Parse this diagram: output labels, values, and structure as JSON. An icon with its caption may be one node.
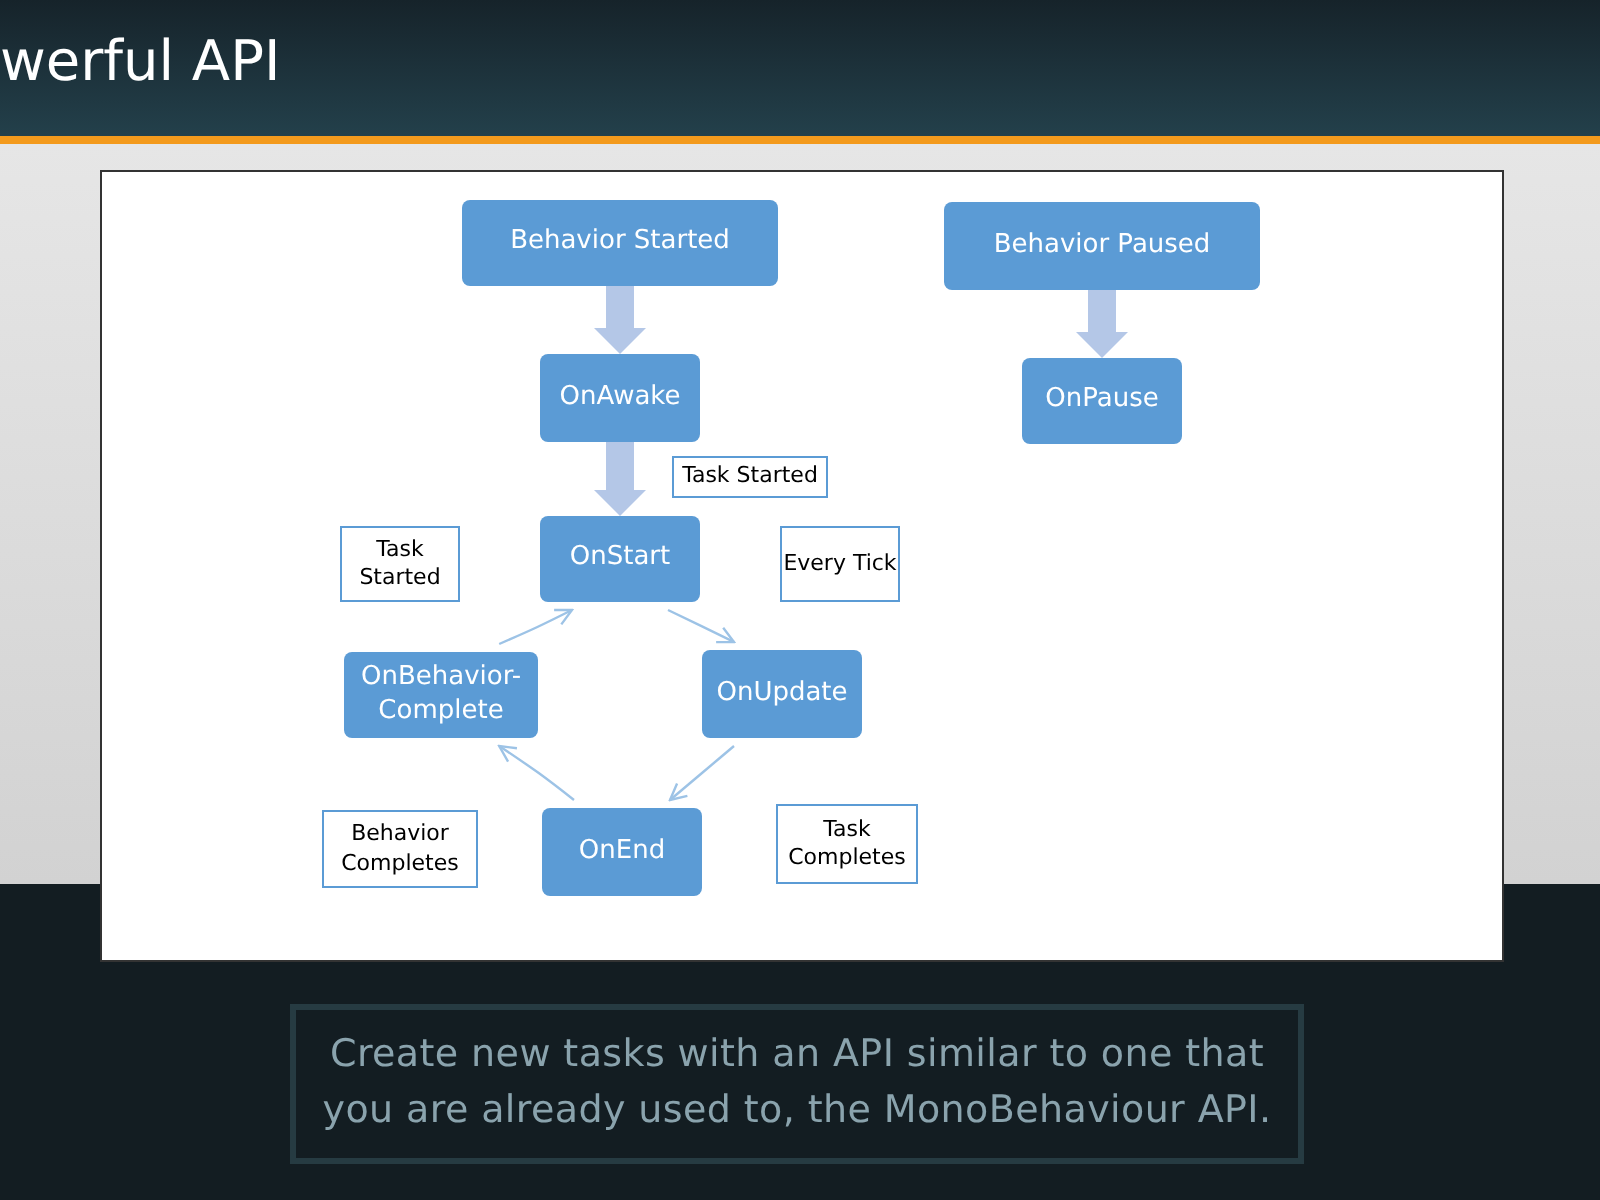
{
  "diagram": {
    "title": "werful API",
    "caption": "Create new tasks with an API similar to one that you are already used to, the MonoBehaviour API.",
    "nodes": [
      {
        "text": [
          "Behavior Started"
        ]
      },
      {
        "text": [
          "Behavior Paused"
        ]
      },
      {
        "text": [
          "OnAwake"
        ]
      },
      {
        "text": [
          "OnPause"
        ]
      },
      {
        "text": [
          "Task Started"
        ]
      },
      {
        "text": [
          "OnStart"
        ]
      },
      {
        "text": [
          "Task Started"
        ]
      },
      {
        "text": [
          "Every Tick"
        ]
      },
      {
        "text": [
          "OnBehavior- Complete"
        ]
      },
      {
        "text": [
          "OnUpdate"
        ]
      },
      {
        "text": [
          "Behavior Completes"
        ]
      },
      {
        "text": [
          "OnEnd"
        ]
      },
      {
        "text": [
          "Task Completes"
        ]
      }
    ],
    "edges": [
      {
        "from": 0,
        "to": 2,
        "arrow": "to",
        "style": "thick",
        "color": "#b4c7e7"
      },
      {
        "from": 1,
        "to": 3,
        "arrow": "to",
        "style": "thick",
        "color": "#b4c7e7"
      },
      {
        "from": 2,
        "to": 5,
        "arrow": "to",
        "style": "thick",
        "color": "#b4c7e7"
      },
      {
        "from": 5,
        "to": 9,
        "arrow": "to"
      },
      {
        "from": 9,
        "to": 11,
        "arrow": "to"
      },
      {
        "from": 11,
        "to": 8,
        "arrow": "to"
      },
      {
        "from": 8,
        "to": 5,
        "arrow": "to"
      }
    ]
  }
}
